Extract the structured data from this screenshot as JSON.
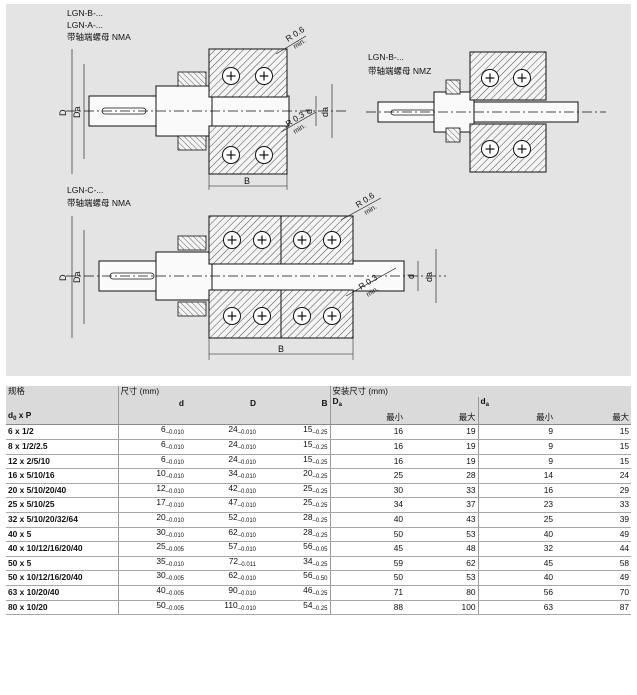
{
  "drawing": {
    "top": {
      "labels": [
        "LGN-B-...",
        "LGN-A-...",
        "带轴端螺母 NMA"
      ],
      "radius_top": "R 0.6",
      "radius_top_min": "min.",
      "radius_inner": "R 0.3",
      "radius_inner_min": "min.",
      "dim_D": "D",
      "dim_Da": "Da",
      "dim_d": "d",
      "dim_da": "da",
      "dim_B": "B"
    },
    "right": {
      "labels": [
        "LGN-B-...",
        "带轴端螺母 NMZ"
      ]
    },
    "bottom": {
      "labels": [
        "LGN-C-...",
        "带轴端螺母 NMA"
      ],
      "radius_top": "R 0.6",
      "radius_top_min": "min.",
      "radius_inner": "R 0.3",
      "radius_inner_min": "min.",
      "dim_D": "D",
      "dim_Da": "Da",
      "dim_d": "d",
      "dim_da": "da",
      "dim_B": "B"
    }
  },
  "table": {
    "header1": {
      "spec": "规格",
      "dims": "尺寸 (mm)",
      "install": "安装尺寸 (mm)"
    },
    "header2": {
      "d": "d",
      "D": "D",
      "B": "B",
      "Da": "D",
      "Da_sub": "a",
      "da": "d",
      "da_sub": "a"
    },
    "header3": {
      "size_d0": "d",
      "size_sub": "0",
      "size_rest": " x P",
      "min1": "最小",
      "max1": "最大",
      "min2": "最小",
      "max2": "最大"
    },
    "rows": [
      {
        "size": "6 x 1/2",
        "d": "6",
        "d_tol": "–0.010",
        "D": "24",
        "D_tol": "–0.010",
        "B": "15",
        "B_tol": "–0.25",
        "Da_min": "16",
        "Da_max": "19",
        "da_min": "9",
        "da_max": "15"
      },
      {
        "size": "8 x 1/2/2.5",
        "d": "6",
        "d_tol": "–0.010",
        "D": "24",
        "D_tol": "–0.010",
        "B": "15",
        "B_tol": "–0.25",
        "Da_min": "16",
        "Da_max": "19",
        "da_min": "9",
        "da_max": "15"
      },
      {
        "size": "12 x 2/5/10",
        "d": "6",
        "d_tol": "–0.010",
        "D": "24",
        "D_tol": "–0.010",
        "B": "15",
        "B_tol": "–0.25",
        "Da_min": "16",
        "Da_max": "19",
        "da_min": "9",
        "da_max": "15"
      },
      {
        "size": "16 x 5/10/16",
        "d": "10",
        "d_tol": "–0.010",
        "D": "34",
        "D_tol": "–0.010",
        "B": "20",
        "B_tol": "–0.25",
        "Da_min": "25",
        "Da_max": "28",
        "da_min": "14",
        "da_max": "24"
      },
      {
        "size": "20 x 5/10/20/40",
        "d": "12",
        "d_tol": "–0.010",
        "D": "42",
        "D_tol": "–0.010",
        "B": "25",
        "B_tol": "–0.25",
        "Da_min": "30",
        "Da_max": "33",
        "da_min": "16",
        "da_max": "29"
      },
      {
        "size": "25 x 5/10/25",
        "d": "17",
        "d_tol": "–0.010",
        "D": "47",
        "D_tol": "–0.010",
        "B": "25",
        "B_tol": "–0.25",
        "Da_min": "34",
        "Da_max": "37",
        "da_min": "23",
        "da_max": "33"
      },
      {
        "size": "32 x 5/10/20/32/64",
        "d": "20",
        "d_tol": "–0.010",
        "D": "52",
        "D_tol": "–0.010",
        "B": "28",
        "B_tol": "–0.25",
        "Da_min": "40",
        "Da_max": "43",
        "da_min": "25",
        "da_max": "39"
      },
      {
        "size": "40 x 5",
        "d": "30",
        "d_tol": "–0.010",
        "D": "62",
        "D_tol": "–0.010",
        "B": "28",
        "B_tol": "–0.25",
        "Da_min": "50",
        "Da_max": "53",
        "da_min": "40",
        "da_max": "49"
      },
      {
        "size": "40 x 10/12/16/20/40",
        "d": "25",
        "d_tol": "–0.005",
        "D": "57",
        "D_tol": "–0.010",
        "B": "56",
        "B_tol": "–0.05",
        "Da_min": "45",
        "Da_max": "48",
        "da_min": "32",
        "da_max": "44"
      },
      {
        "size": "50 x 5",
        "d": "35",
        "d_tol": "–0.010",
        "D": "72",
        "D_tol": "–0.011",
        "B": "34",
        "B_tol": "–0.25",
        "Da_min": "59",
        "Da_max": "62",
        "da_min": "45",
        "da_max": "58"
      },
      {
        "size": "50 x 10/12/16/20/40",
        "d": "30",
        "d_tol": "–0.005",
        "D": "62",
        "D_tol": "–0.010",
        "B": "56",
        "B_tol": "–0.50",
        "Da_min": "50",
        "Da_max": "53",
        "da_min": "40",
        "da_max": "49"
      },
      {
        "size": "63 x 10/20/40",
        "d": "40",
        "d_tol": "–0.005",
        "D": "90",
        "D_tol": "–0.010",
        "B": "46",
        "B_tol": "–0.25",
        "Da_min": "71",
        "Da_max": "80",
        "da_min": "56",
        "da_max": "70"
      },
      {
        "size": "80 x 10/20",
        "d": "50",
        "d_tol": "–0.005",
        "D": "110",
        "D_tol": "–0.010",
        "B": "54",
        "B_tol": "–0.25",
        "Da_min": "88",
        "Da_max": "100",
        "da_min": "63",
        "da_max": "87"
      }
    ]
  }
}
